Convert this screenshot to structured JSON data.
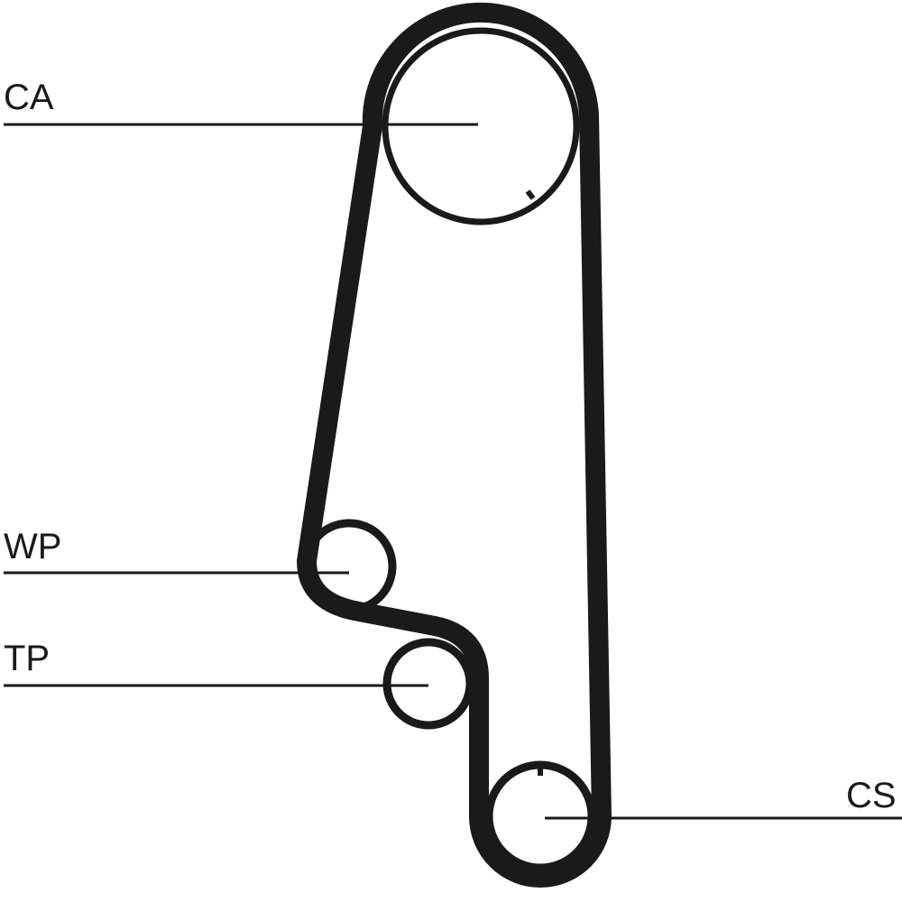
{
  "labels": {
    "cam": "CA",
    "water_pump": "WP",
    "tensioner": "TP",
    "crankshaft": "CS"
  },
  "colors": {
    "ink": "#1a1a1a",
    "background": "#ffffff"
  }
}
